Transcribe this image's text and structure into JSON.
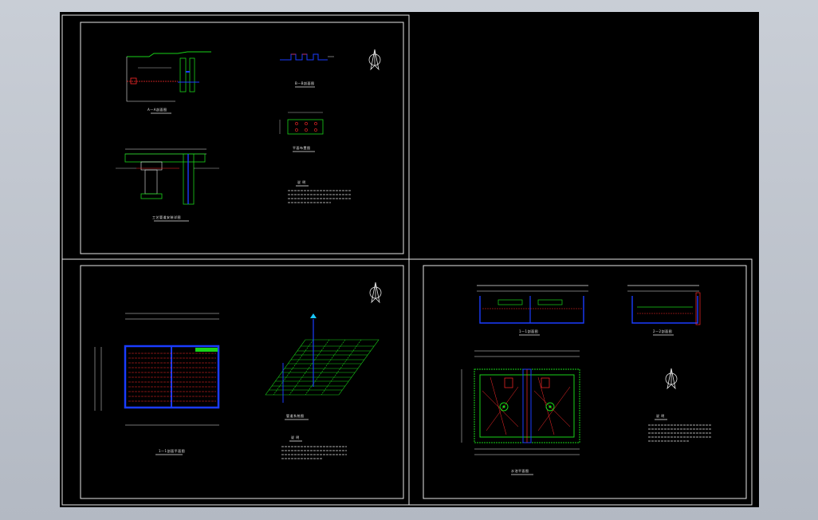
{
  "app": {
    "kind": "CAD preview",
    "background_colors": {
      "frame": "#c4c9d1",
      "model_space": "#000000"
    },
    "layer_colors": {
      "border": "#ffffff",
      "outline": "#1a3cff",
      "rebar": "#ff2a2a",
      "hatch": "#19d219",
      "dimension": "#e6e6e6",
      "text": "#e6e6e6",
      "accent": "#19c8ff"
    }
  },
  "sheets": [
    {
      "id": "sheet-1",
      "views": [
        "section-a",
        "detail-section",
        "pipe-section",
        "plan-small",
        "north-arrow",
        "notes"
      ]
    },
    {
      "id": "sheet-2",
      "views": [
        "plan-grid",
        "isometric-grid",
        "north-arrow",
        "notes"
      ]
    },
    {
      "id": "sheet-3",
      "views": [
        "section-left",
        "section-right",
        "tank-plan",
        "north-arrow",
        "notes"
      ]
    }
  ],
  "icons": {
    "north_arrow": "north-arrow-icon",
    "rebar_mark": "circle-marker-icon"
  }
}
